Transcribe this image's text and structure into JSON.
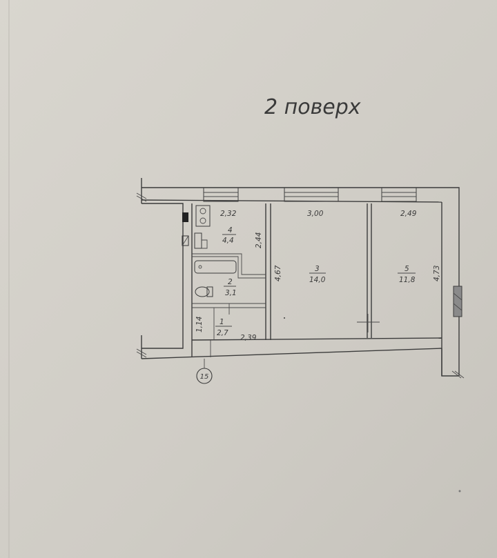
{
  "title": "2 поверх",
  "rooms": [
    {
      "id": "1",
      "num": "1",
      "area": "2,7",
      "dims": [
        "1,14",
        "2,39"
      ]
    },
    {
      "id": "2",
      "num": "2",
      "area": "3,1",
      "dims": []
    },
    {
      "id": "3",
      "num": "3",
      "area": "14,0",
      "dims": [
        "3,00",
        "4,67"
      ]
    },
    {
      "id": "4",
      "num": "4",
      "area": "4,4",
      "dims": [
        "2,32",
        "2,44"
      ]
    },
    {
      "id": "5",
      "num": "5",
      "area": "11,8",
      "dims": [
        "2,49",
        "4,73"
      ]
    }
  ],
  "axis_marker": "15"
}
